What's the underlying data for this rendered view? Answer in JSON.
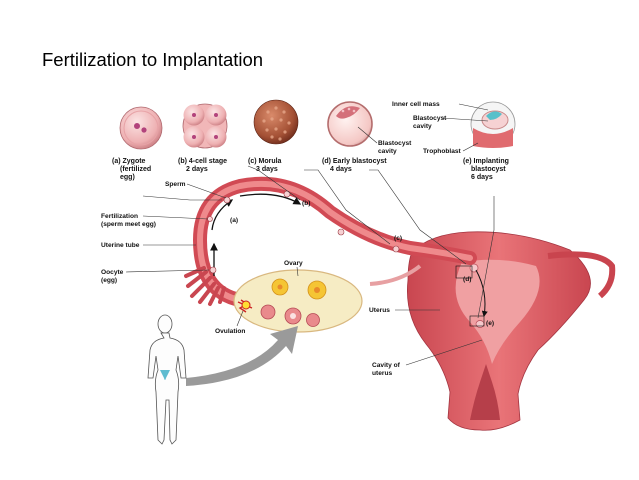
{
  "slide": {
    "title": "Fertilization to Implantation"
  },
  "stages": [
    {
      "letter": "(a)",
      "name": "Zygote",
      "lines": [
        "(a) Zygote",
        "(fertilized",
        "egg)"
      ]
    },
    {
      "letter": "(b)",
      "name": "4-cell stage",
      "lines": [
        "(b) 4-cell stage",
        "2 days"
      ]
    },
    {
      "letter": "(c)",
      "name": "Morula",
      "lines": [
        "(c) Morula",
        "3 days"
      ]
    },
    {
      "letter": "(d)",
      "name": "Early blastocyst",
      "lines": [
        "(d) Early blastocyst",
        "4 days"
      ]
    },
    {
      "letter": "(e)",
      "name": "Implanting blastocyst",
      "lines": [
        "(e) Implanting",
        "blastocyst",
        "6 days"
      ]
    }
  ],
  "blastocyst_labels": {
    "inner_cell_mass": "Inner cell mass",
    "blastocyst_cavity": [
      "Blastocyst",
      "cavity"
    ],
    "blastocyst_cavity_2": [
      "Blastocyst",
      "cavity"
    ],
    "trophoblast": "Trophoblast"
  },
  "anatomy_labels": {
    "sperm": "Sperm",
    "fertilization": [
      "Fertilization",
      "(sperm meet egg)"
    ],
    "uterine_tube": "Uterine tube",
    "oocyte": [
      "Oocyte",
      "(egg)"
    ],
    "ovary": "Ovary",
    "ovulation": "Ovulation",
    "uterus": "Uterus",
    "cavity_of_uterus": [
      "Cavity of",
      "uterus"
    ]
  },
  "path_markers": [
    "(a)",
    "(b)",
    "(c)",
    "(d)",
    "(e)"
  ],
  "colors": {
    "tissue": "#e35a60",
    "tissue_dark": "#c43a44",
    "tissue_light": "#f2a2a2",
    "ovary": "#f6ecc4",
    "follicle": "#f5c534",
    "arrow_gray": "#9a9a9a"
  }
}
